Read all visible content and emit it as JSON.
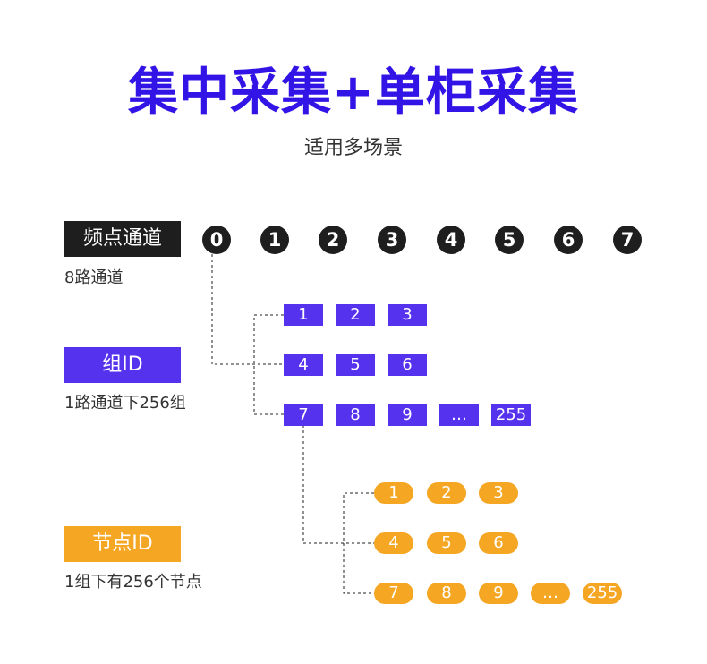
{
  "title": "集中采集+单柜采集",
  "subtitle": "适用多场景",
  "frequency": {
    "label": "频点通道",
    "desc": "8路通道",
    "channels": [
      "0",
      "1",
      "2",
      "3",
      "4",
      "5",
      "6",
      "7"
    ]
  },
  "group": {
    "label": "组ID",
    "desc": "1路通道下256组",
    "rows": [
      [
        "1",
        "2",
        "3"
      ],
      [
        "4",
        "5",
        "6"
      ],
      [
        "7",
        "8",
        "9",
        "…",
        "255"
      ]
    ]
  },
  "node": {
    "label": "节点ID",
    "desc": "1组下有256个节点",
    "rows": [
      [
        "1",
        "2",
        "3"
      ],
      [
        "4",
        "5",
        "6"
      ],
      [
        "7",
        "8",
        "9",
        "…",
        "255"
      ]
    ]
  },
  "colors": {
    "title": "#3314e6",
    "group": "#5533ee",
    "node": "#f5a623",
    "channel": "#1e1e1e"
  }
}
